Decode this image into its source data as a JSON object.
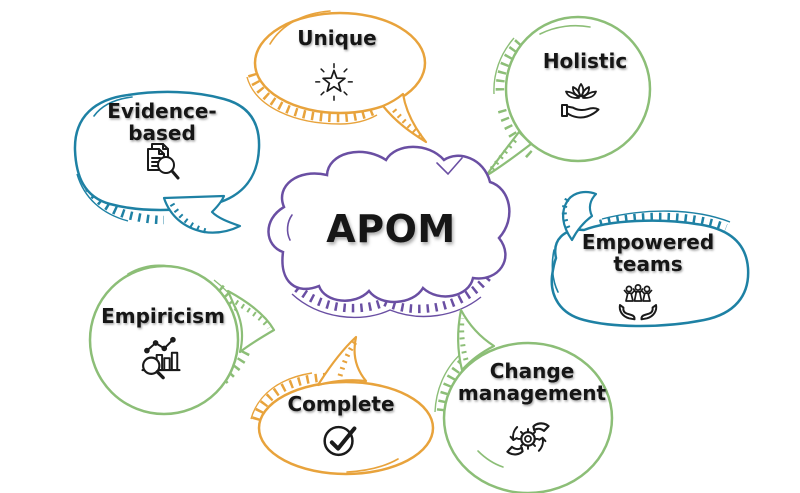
{
  "colors": {
    "orange": "#E8A33C",
    "green": "#8CBE77",
    "teal": "#1E81A4",
    "purple": "#6A4FA3",
    "ink": "#161616",
    "background": "#FFFFFF"
  },
  "center": {
    "label": "APOM",
    "shape": "cloud-bubble",
    "color": "purple"
  },
  "bubbles": [
    {
      "id": "unique",
      "label": "Unique",
      "lines": [
        "Unique"
      ],
      "icon": "star-icon",
      "color": "orange",
      "position": "top-center"
    },
    {
      "id": "holistic",
      "label": "Holistic",
      "lines": [
        "Holistic"
      ],
      "icon": "lotus-hand-icon",
      "color": "green",
      "position": "top-right"
    },
    {
      "id": "evidence-based",
      "label": "Evidence-based",
      "lines": [
        "Evidence-",
        "based"
      ],
      "icon": "document-magnifier-icon",
      "color": "teal",
      "position": "left"
    },
    {
      "id": "empowered-teams",
      "label": "Empowered teams",
      "lines": [
        "Empowered",
        "teams"
      ],
      "icon": "hands-holding-team-icon",
      "color": "teal",
      "position": "right"
    },
    {
      "id": "empiricism",
      "label": "Empiricism",
      "lines": [
        "Empiricism"
      ],
      "icon": "chart-magnifier-icon",
      "color": "green",
      "position": "bottom-left"
    },
    {
      "id": "complete",
      "label": "Complete",
      "lines": [
        "Complete"
      ],
      "icon": "check-circle-icon",
      "color": "orange",
      "position": "bottom-center"
    },
    {
      "id": "change-management",
      "label": "Change management",
      "lines": [
        "Change",
        "management"
      ],
      "icon": "gear-hands-icon",
      "color": "green",
      "position": "bottom-right"
    }
  ]
}
